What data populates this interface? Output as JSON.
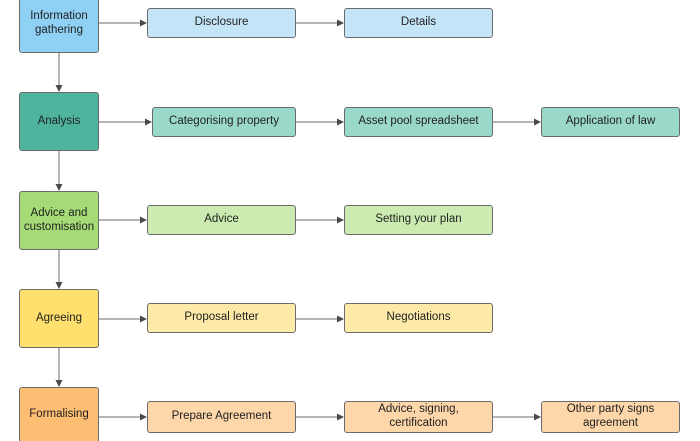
{
  "stages": [
    {
      "label": "Information\ngathering",
      "color": "#8fd0f5",
      "steps": [
        "Disclosure",
        "Details"
      ]
    },
    {
      "label": "Analysis",
      "color": "#4fb49e",
      "steps": [
        "Categorising property",
        "Asset pool spreadsheet",
        "Application of law"
      ]
    },
    {
      "label": "Advice and\ncustomisation",
      "color": "#a4db76",
      "steps": [
        "Advice",
        "Setting your plan"
      ]
    },
    {
      "label": "Agreeing",
      "color": "#ffdf6e",
      "steps": [
        "Proposal letter",
        "Negotiations"
      ]
    },
    {
      "label": "Formalising",
      "color": "#fdbd73",
      "steps": [
        "Prepare Agreement",
        "Advice, signing, certification",
        "Other party signs\nagreement"
      ]
    }
  ]
}
